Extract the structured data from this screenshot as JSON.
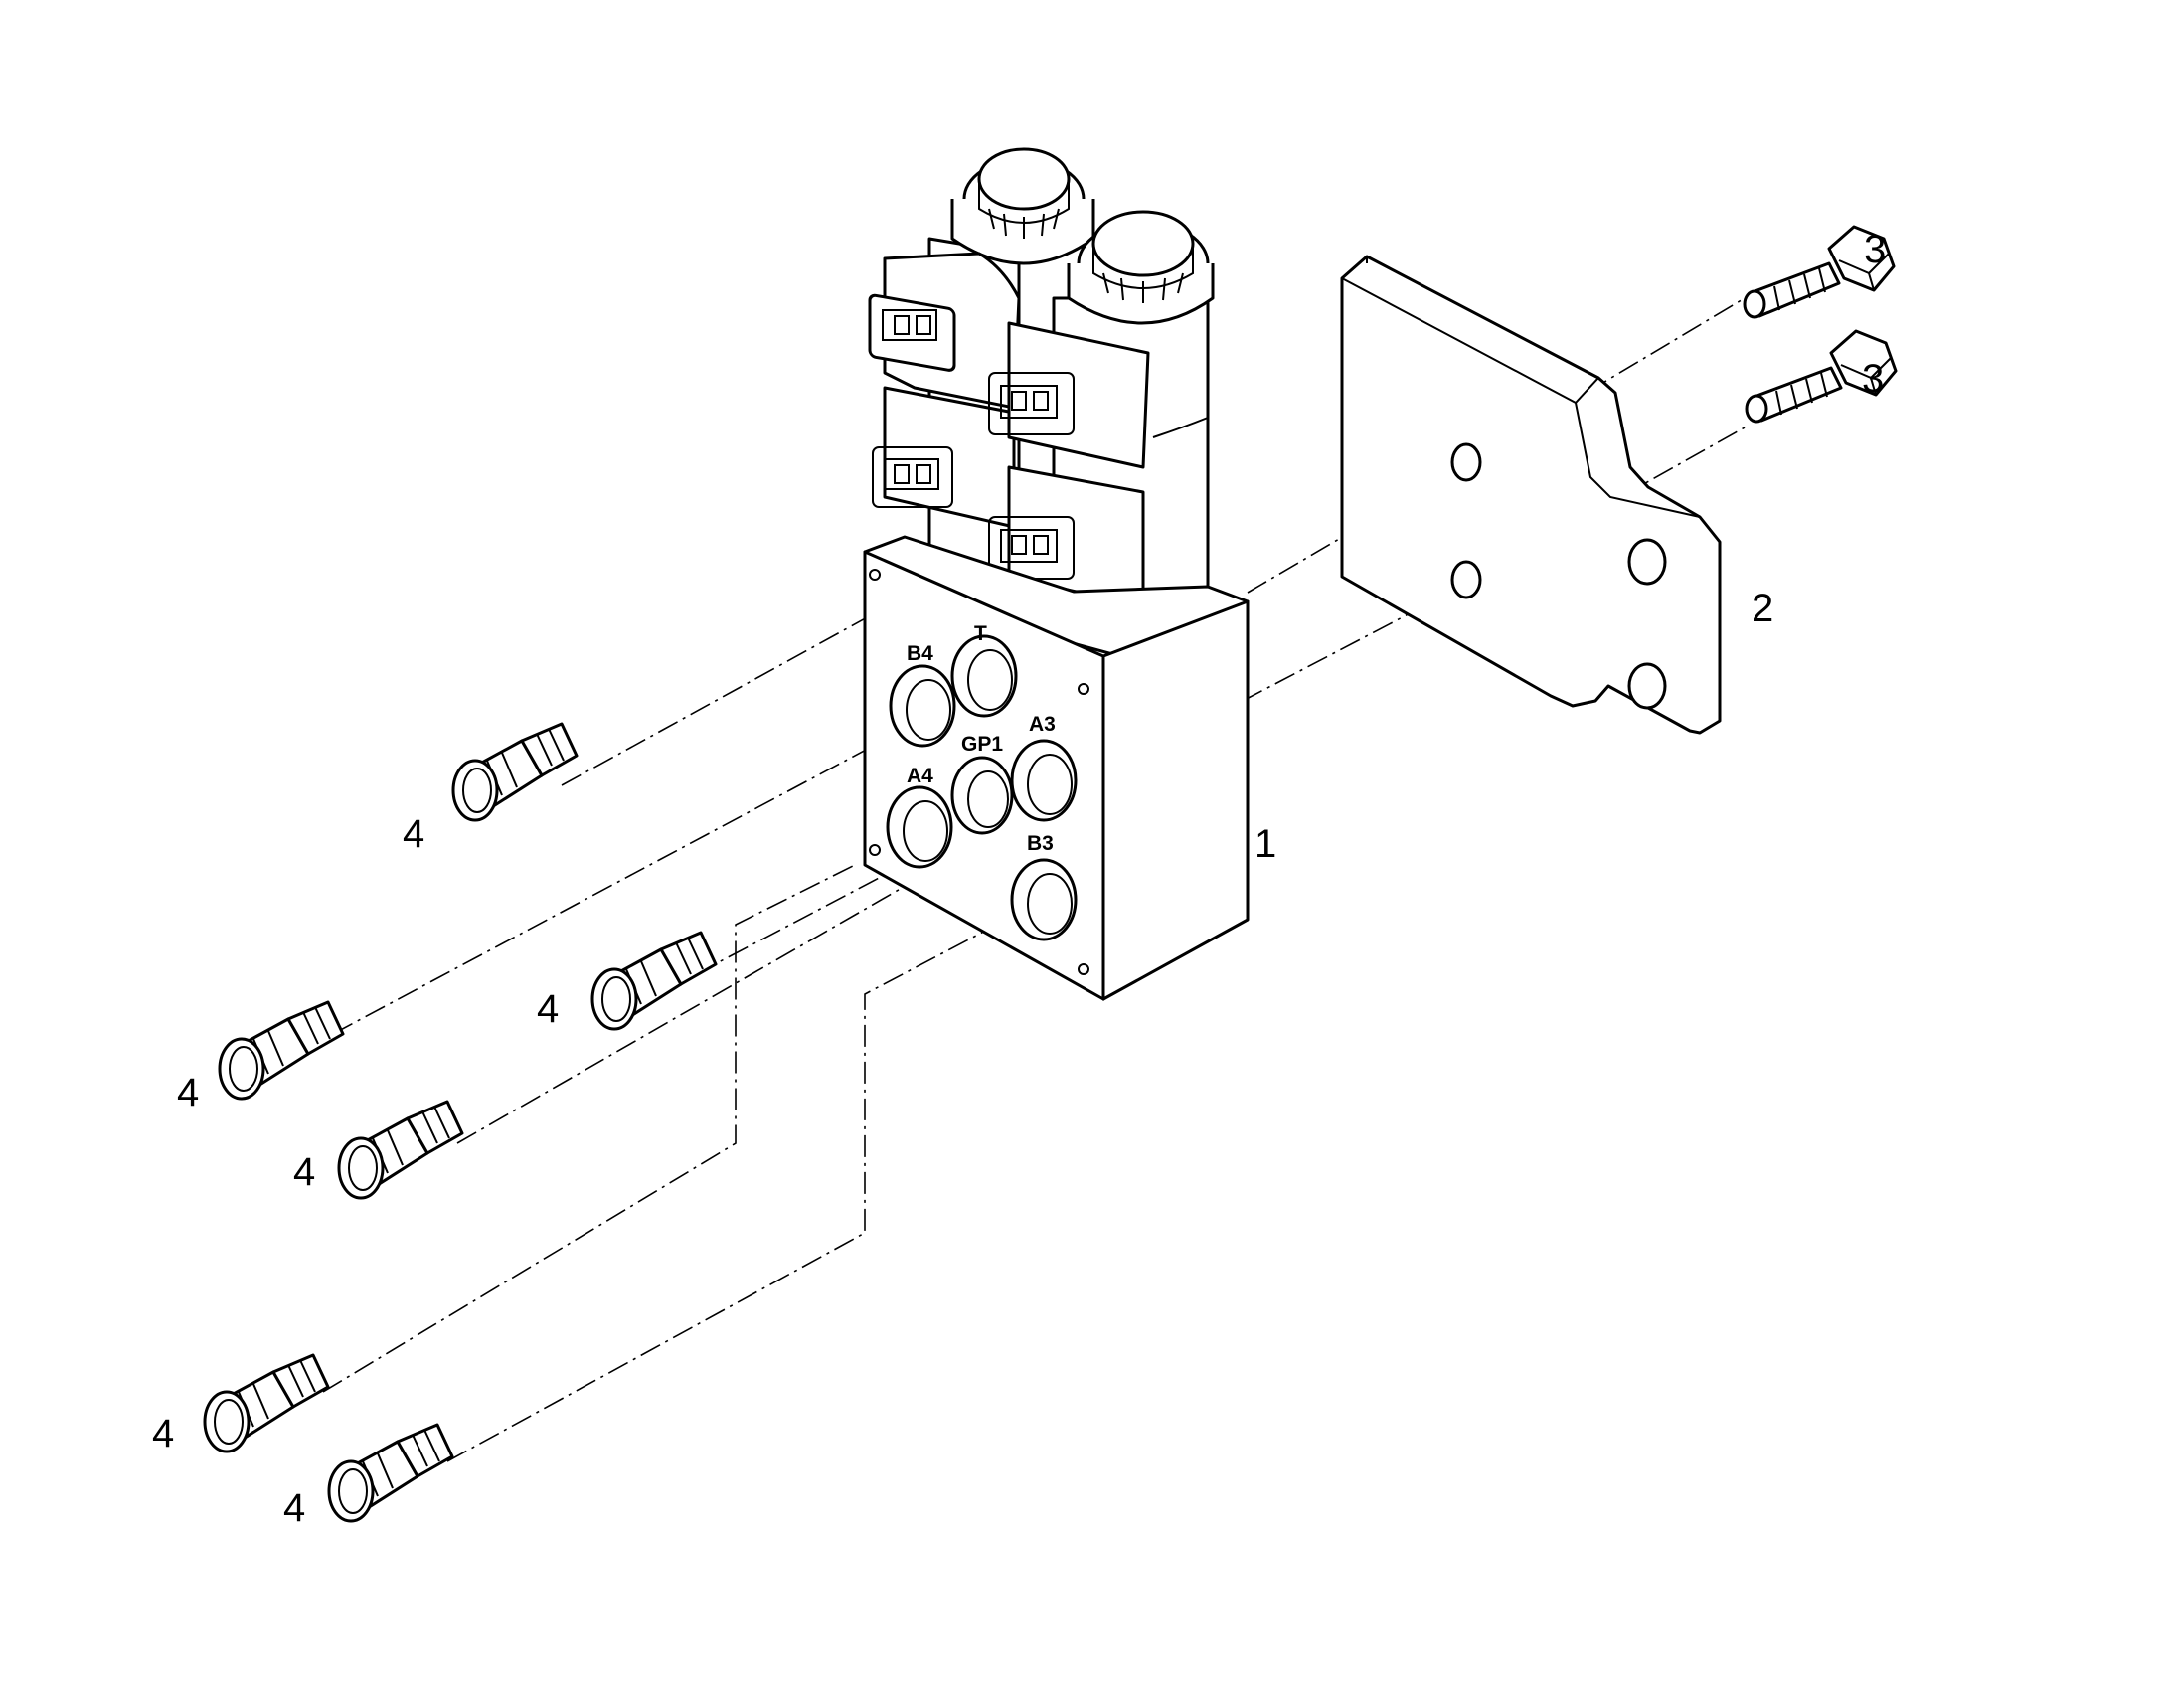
{
  "callouts": {
    "valve_block": "1",
    "plate": "2",
    "screw_a": "3",
    "screw_b": "3",
    "fitting_1": "4",
    "fitting_2": "4",
    "fitting_3": "4",
    "fitting_4": "4",
    "fitting_5": "4",
    "fitting_6": "4"
  },
  "ports": {
    "b4": "B4",
    "t": "T",
    "a3": "A3",
    "gp1": "GP1",
    "a4": "A4",
    "b3": "B3"
  }
}
